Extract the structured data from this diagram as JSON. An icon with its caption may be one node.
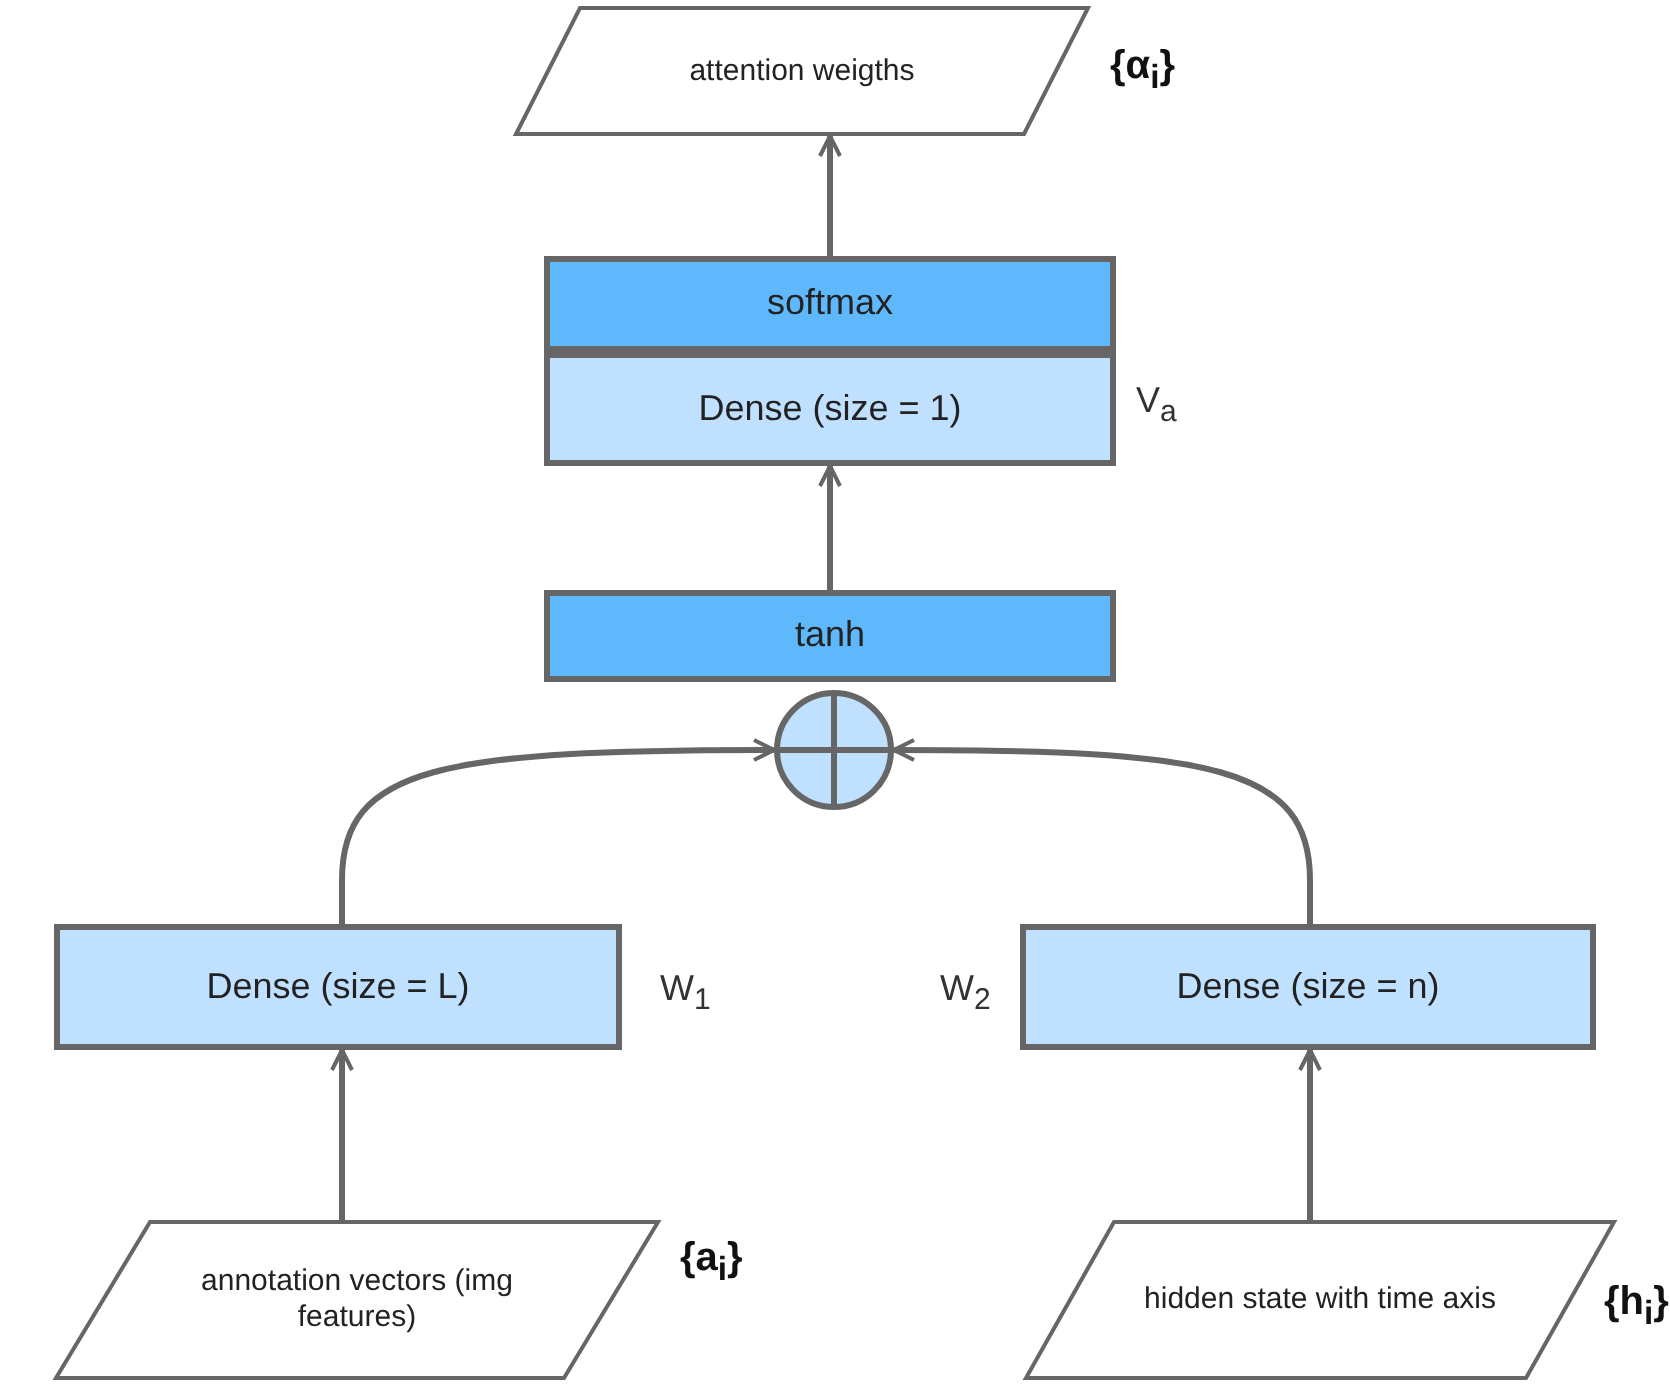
{
  "diagram": {
    "nodes": [
      {
        "text": [
          "attention weigths"
        ],
        "beside": [
          "{α$_{i}$}"
        ]
      },
      {
        "text": [
          "softmax"
        ]
      },
      {
        "text": [
          "Dense (size = 1)"
        ],
        "beside": [
          "V$_{a}$"
        ]
      },
      {
        "text": [
          "tanh"
        ]
      },
      {
        "text": [],
        "shape": "circle"
      },
      {
        "text": [
          "Dense (size = L)"
        ],
        "beside": [
          "W$_{1}$"
        ]
      },
      {
        "text": [
          "Dense (size = n)"
        ],
        "beside": [
          "W$_{2}$"
        ]
      },
      {
        "text": [
          "annotation vectors (img features)"
        ],
        "beside": [
          "{a$_{i}$}"
        ]
      },
      {
        "text": [
          "hidden state with time axis"
        ],
        "beside": [
          "{h$_{i}$}"
        ]
      }
    ],
    "edges": [
      {
        "from": 7,
        "to": 5,
        "arrow": "to"
      },
      {
        "from": 8,
        "to": 6,
        "arrow": "to"
      },
      {
        "from": 5,
        "to": 4,
        "arrow": "to"
      },
      {
        "from": 6,
        "to": 4,
        "arrow": "to"
      },
      {
        "from": 3,
        "to": 2,
        "arrow": "to"
      },
      {
        "from": 1,
        "to": 0,
        "arrow": "to"
      }
    ]
  }
}
